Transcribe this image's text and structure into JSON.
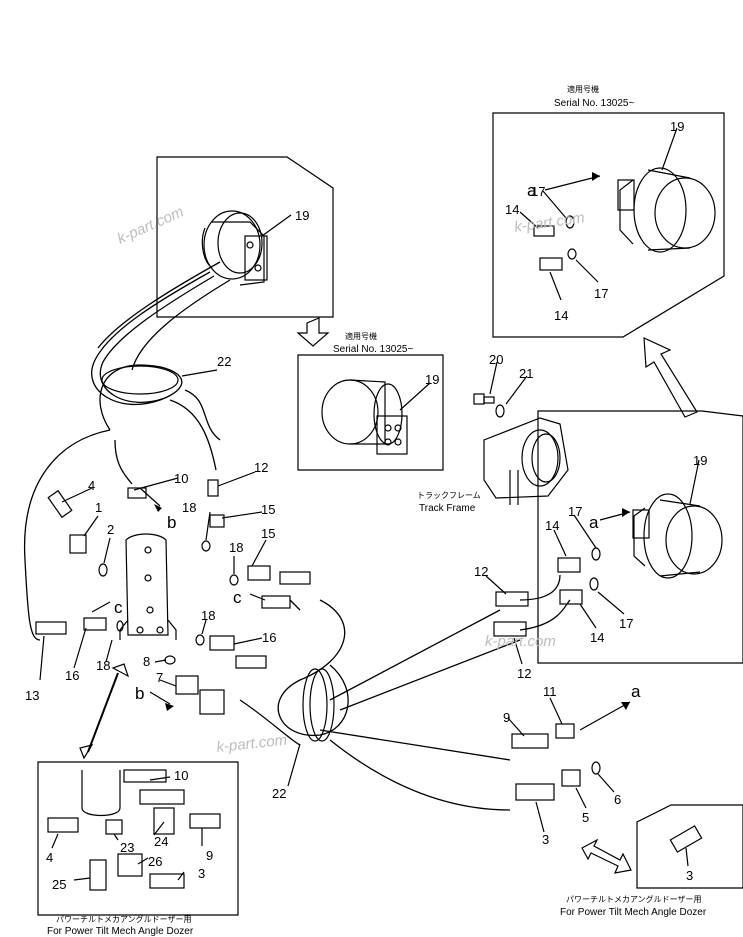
{
  "watermark": "k-part.com",
  "captions": {
    "serial_top_jp": "適用号機",
    "serial_top": "Serial No. 13025~",
    "serial_mid_jp": "適用号機",
    "serial_mid": "Serial No. 13025~",
    "track_frame_jp": "トラックフレーム",
    "track_frame": "Track Frame",
    "tilt_left_jp": "パワーチルトメカアングルドーザー用",
    "tilt_left": "For Power Tilt Mech Angle Dozer",
    "tilt_right_jp": "パワーチルトメカアングルドーザー用",
    "tilt_right": "For Power Tilt Mech Angle Dozer"
  },
  "refs": {
    "a": "a",
    "b": "b",
    "c": "c"
  },
  "part_numbers": [
    "1",
    "2",
    "3",
    "4",
    "5",
    "6",
    "7",
    "8",
    "9",
    "10",
    "11",
    "12",
    "13",
    "14",
    "15",
    "16",
    "17",
    "18",
    "19",
    "20",
    "21",
    "22",
    "23",
    "24",
    "25",
    "26"
  ]
}
